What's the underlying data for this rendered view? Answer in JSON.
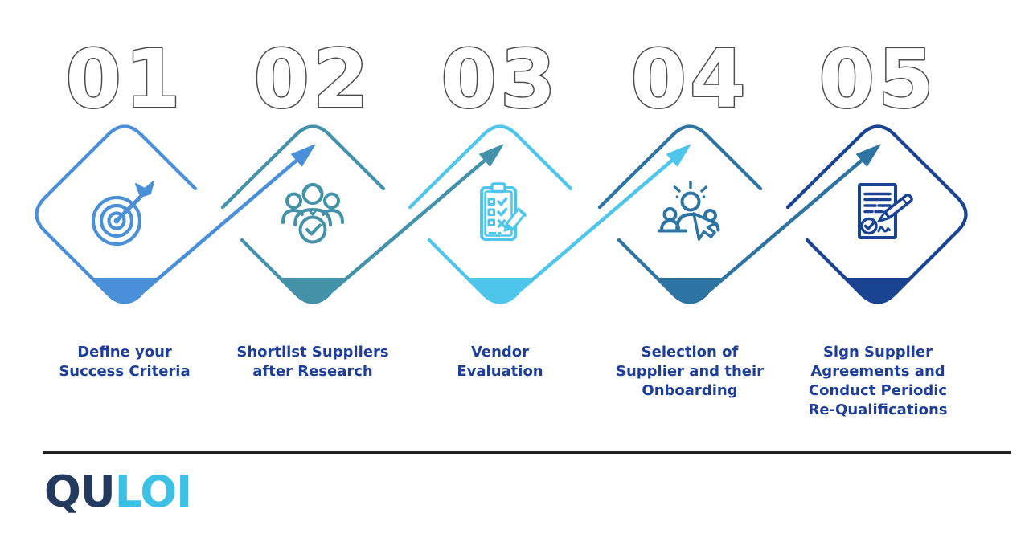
{
  "steps": [
    {
      "number": "01",
      "label": "Define your Success Criteria",
      "label_lines": [
        "Define your",
        "Success Criteria"
      ],
      "icon": "target-icon",
      "color": "#4a90d8"
    },
    {
      "number": "02",
      "label": "Shortlist Suppliers after Research",
      "label_lines": [
        "Shortlist Suppliers",
        "after Research"
      ],
      "icon": "team-check-icon",
      "color": "#4392a9"
    },
    {
      "number": "03",
      "label": "Vendor Evaluation",
      "label_lines": [
        "Vendor",
        "Evaluation"
      ],
      "icon": "checklist-icon",
      "color": "#4ec5ea"
    },
    {
      "number": "04",
      "label": "Selection of Supplier and their Onboarding",
      "label_lines": [
        "Selection of",
        "Supplier and their",
        "Onboarding"
      ],
      "icon": "team-select-cursor-icon",
      "color": "#2e74a2"
    },
    {
      "number": "05",
      "label": "Sign Supplier Agreements and Conduct Periodic Re-Qualifications",
      "label_lines": [
        "Sign Supplier",
        "Agreements and",
        "Conduct Periodic",
        "Re-Qualifications"
      ],
      "icon": "contract-sign-icon",
      "color": "#1a4391"
    }
  ],
  "palette": {
    "number_fill": "#ffffff",
    "number_outline": "#4d4d4d",
    "label_text": "#1e3e97",
    "divider": "#212121",
    "background": "#ffffff"
  },
  "logo": {
    "part1": "QU",
    "part2": "LOI",
    "part1_color": "#233a5e",
    "part2_color": "#3dc0e6"
  }
}
